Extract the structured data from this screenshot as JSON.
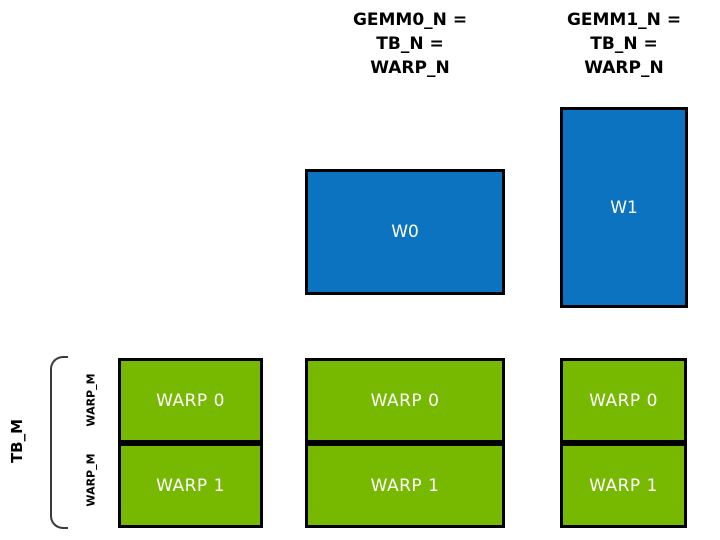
{
  "colors": {
    "blue_fill": "#0B73BF",
    "green_fill": "#76B900",
    "box_border": "#000000",
    "light_text": "#FFFFFF",
    "dark_text": "#000000"
  },
  "headers": [
    {
      "lines": [
        "GEMM0_N =",
        "TB_N =",
        "WARP_N"
      ]
    },
    {
      "lines": [
        "GEMM1_N =",
        "TB_N =",
        "WARP_N"
      ]
    }
  ],
  "warp_tiles": [
    {
      "label": "W0"
    },
    {
      "label": "W1"
    }
  ],
  "thread_blocks": [
    {
      "cells": [
        "WARP 0",
        "WARP 1"
      ]
    },
    {
      "cells": [
        "WARP 0",
        "WARP 1"
      ]
    },
    {
      "cells": [
        "WARP 0",
        "WARP 1"
      ]
    }
  ],
  "side_labels": {
    "tb_m": "TB_M",
    "warp_m_top": "WARP_M",
    "warp_m_bottom": "WARP_M"
  }
}
